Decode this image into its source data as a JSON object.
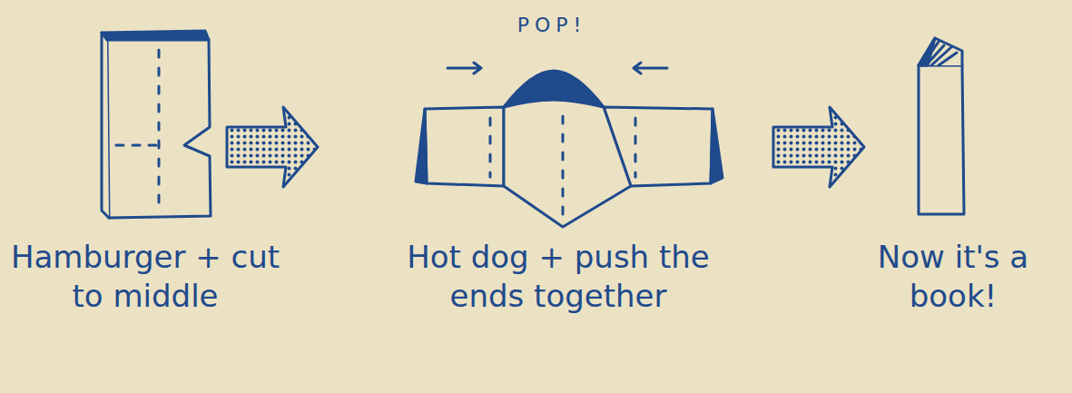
{
  "diagram": {
    "labels": [
      "POP!",
      "Hamburger + cut to middle",
      "Hot dog + push the ends together",
      "Now it's a book!"
    ]
  }
}
